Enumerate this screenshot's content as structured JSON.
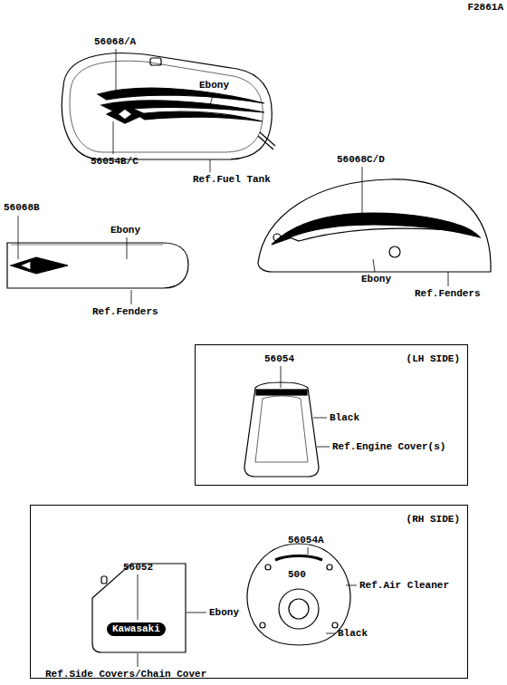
{
  "diagram": {
    "nodes": [
      {
        "text": [
          "(LH SIDE)"
        ]
      },
      {
        "text": [
          "(RH SIDE)"
        ]
      }
    ],
    "labels": [
      "F2861A",
      "56068/A",
      "Ebony",
      "Ref.Fuel Tank",
      "56054B/C",
      "56068C/D",
      "56068B",
      "Ebony",
      "Ref.Fenders",
      "Ebony",
      "Ref.Fenders",
      "56054",
      "Black",
      "Ref.Engine Cover(s)",
      "56052",
      "Kawasaki",
      "Ebony",
      "Ref.Side Covers/Chain Cover",
      "56054A",
      "500",
      "Ref.Air Cleaner",
      "Black"
    ]
  }
}
